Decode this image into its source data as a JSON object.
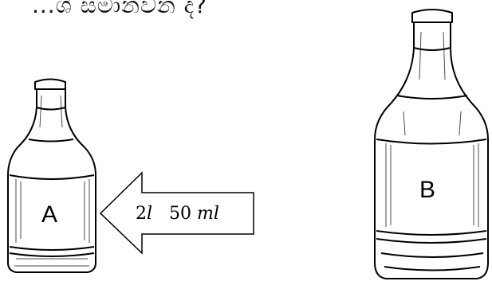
{
  "top_text": "...ශ් සමානවන ද?",
  "bottle_a": {
    "label": "A"
  },
  "bottle_b": {
    "label": "B"
  },
  "arrow": {
    "amount_l": "2",
    "unit_l": "l",
    "amount_ml": "50",
    "unit_ml": "ml"
  }
}
